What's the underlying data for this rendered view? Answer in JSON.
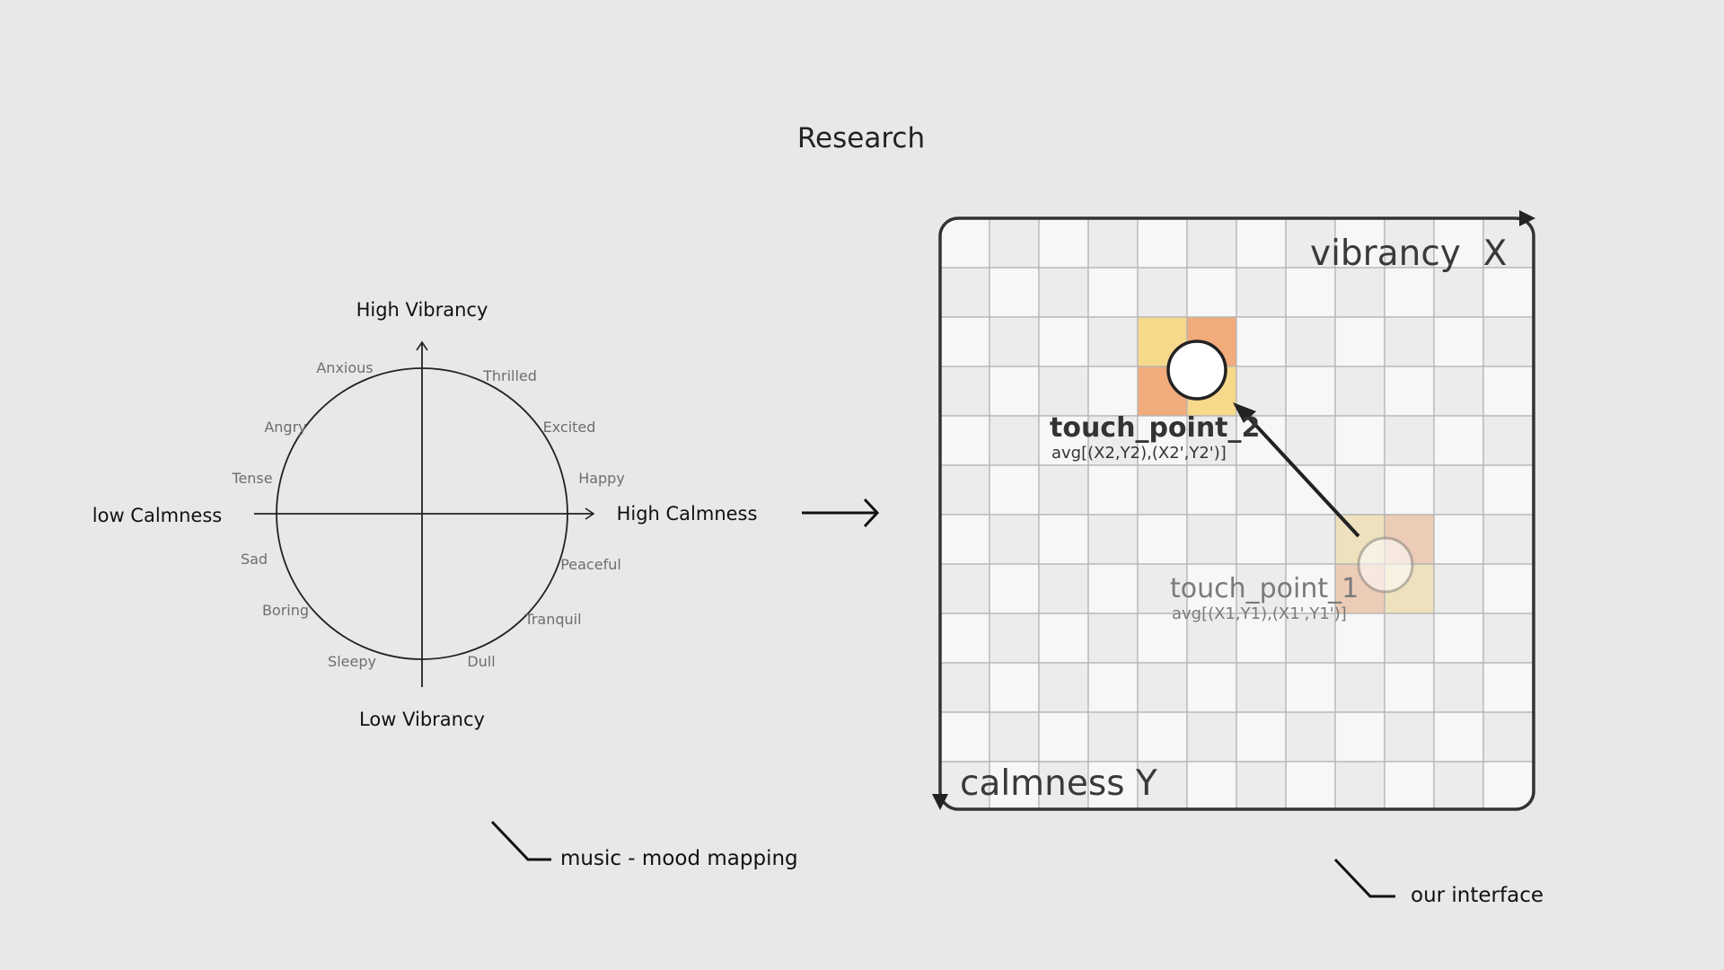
{
  "title": "Research",
  "mood_diagram": {
    "top_label": "High Vibrancy",
    "bottom_label": "Low Vibrancy",
    "left_label": "low Calmness",
    "right_label": "High Calmness",
    "moods": [
      "Anxious",
      "Thrilled",
      "Angry",
      "Excited",
      "Tense",
      "Happy",
      "Sad",
      "Peaceful",
      "Boring",
      "Tranquil",
      "Sleepy",
      "Dull"
    ],
    "caption": "music - mood mapping"
  },
  "interface": {
    "x_axis_label": "vibrancy  X",
    "y_axis_label": "calmness Y",
    "touch_point_2": {
      "name": "touch_point_2",
      "formula": "avg[(X2,Y2),(X2',Y2')]"
    },
    "touch_point_1": {
      "name": "touch_point_1",
      "formula": "avg[(X1,Y1),(X1',Y1')]"
    },
    "caption": "our interface"
  },
  "colors": {
    "background": "#e8e8e8",
    "cell_light": "#f7f7f7",
    "cell_dark": "#ececec",
    "grid_line": "#b5b5b5",
    "highlight_yellow": "#f7d98c",
    "highlight_orange": "#f2ab7b",
    "ink": "#222222",
    "muted_text": "#6e6e6e"
  }
}
